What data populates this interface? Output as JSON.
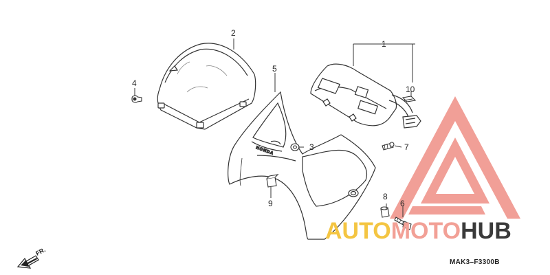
{
  "diagram": {
    "drawing_code": "MAK3–F3300B",
    "direction_label": "FR.",
    "fairing_brand": "HONDA",
    "callouts": [
      {
        "id": "1",
        "part": "upper-cowl"
      },
      {
        "id": "2",
        "part": "windscreen"
      },
      {
        "id": "3",
        "part": "washer"
      },
      {
        "id": "4",
        "part": "rivet"
      },
      {
        "id": "5",
        "part": "front-fairing"
      },
      {
        "id": "6",
        "part": "bolt"
      },
      {
        "id": "7",
        "part": "screw"
      },
      {
        "id": "8",
        "part": "collar"
      },
      {
        "id": "9",
        "part": "rubber-pad"
      },
      {
        "id": "10",
        "part": "clip"
      }
    ]
  },
  "watermark": {
    "word_1": "AUTO",
    "word_2": "MOTO",
    "word_3": "HUB",
    "colors": {
      "auto": "#f4c542",
      "moto": "#f2a096",
      "hub": "#3a3a3a",
      "triangle": "#ef8f86"
    }
  }
}
